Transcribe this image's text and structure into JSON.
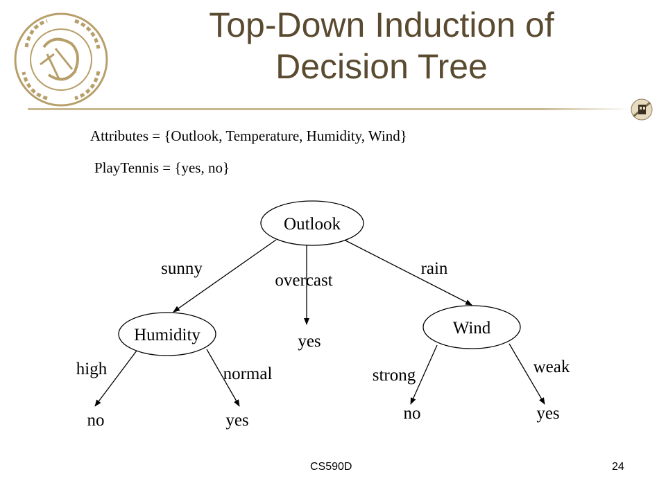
{
  "slide": {
    "title_lines": [
      "Top-Down Induction of",
      "Decision Tree"
    ],
    "attributes_line": "Attributes = {Outlook, Temperature, Humidity, Wind}",
    "classes_line": "PlayTennis = {yes, no}",
    "footer_course": "CS590D",
    "footer_page": "24",
    "logo_icon": "university-seal-icon",
    "corner_icon": "mascot-emblem-icon"
  },
  "colors": {
    "title": "#5a4a30",
    "rule": "#c8b890",
    "seal": "#b79f6a",
    "ink": "#000000"
  },
  "tree": {
    "root": {
      "label": "Outlook",
      "branches": [
        {
          "edge": "sunny",
          "node": {
            "label": "Humidity",
            "branches": [
              {
                "edge": "high",
                "leaf": "no"
              },
              {
                "edge": "normal",
                "leaf": "yes"
              }
            ]
          }
        },
        {
          "edge": "overcast",
          "leaf": "yes"
        },
        {
          "edge": "rain",
          "node": {
            "label": "Wind",
            "branches": [
              {
                "edge": "strong",
                "leaf": "no"
              },
              {
                "edge": "weak",
                "leaf": "yes"
              }
            ]
          }
        }
      ]
    }
  }
}
